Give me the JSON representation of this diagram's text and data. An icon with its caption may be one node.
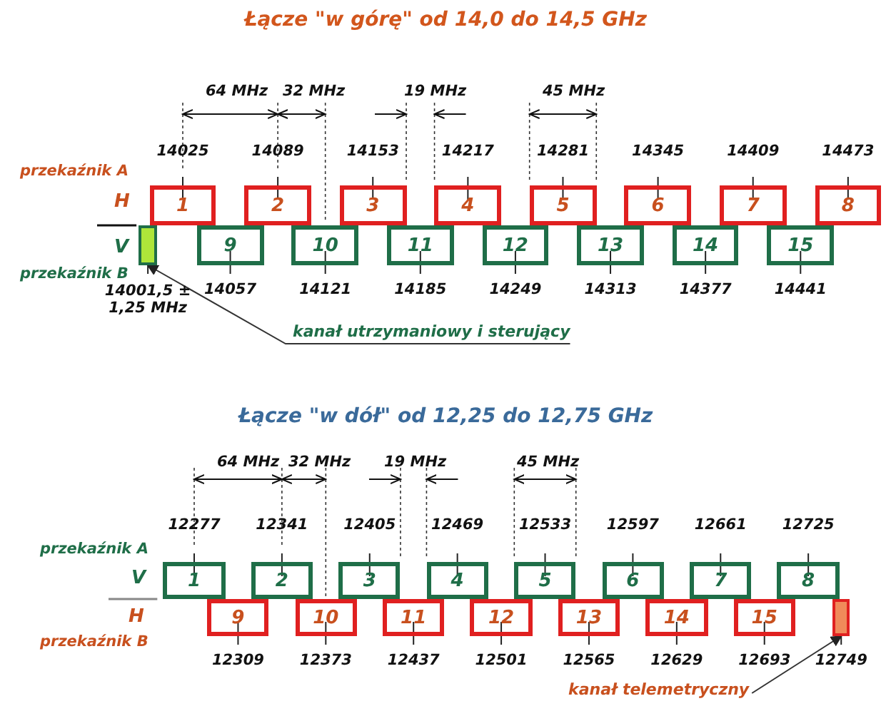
{
  "diagram": {
    "nodes": [
      {
        "text": [
          "1"
        ],
        "beside": [
          "14025"
        ]
      },
      {
        "text": [
          "2"
        ],
        "beside": [
          "14089"
        ]
      },
      {
        "text": [
          "3"
        ],
        "beside": [
          "14153"
        ]
      },
      {
        "text": [
          "4"
        ],
        "beside": [
          "14217"
        ]
      },
      {
        "text": [
          "5"
        ],
        "beside": [
          "14281"
        ]
      },
      {
        "text": [
          "6"
        ],
        "beside": [
          "14345"
        ]
      },
      {
        "text": [
          "7"
        ],
        "beside": [
          "14409"
        ]
      },
      {
        "text": [
          "8"
        ],
        "beside": [
          "14473"
        ]
      },
      {
        "text": [],
        "shape": "box",
        "beside": [
          "14001,5 ± 1,25 MHz"
        ]
      },
      {
        "text": [
          "9"
        ],
        "beside": [
          "14057"
        ]
      },
      {
        "text": [
          "10"
        ],
        "beside": [
          "14121"
        ]
      },
      {
        "text": [
          "11"
        ],
        "beside": [
          "14185"
        ]
      },
      {
        "text": [
          "12"
        ],
        "beside": [
          "14249"
        ]
      },
      {
        "text": [
          "13"
        ],
        "beside": [
          "14313"
        ]
      },
      {
        "text": [
          "14"
        ],
        "beside": [
          "14377"
        ]
      },
      {
        "text": [
          "15"
        ],
        "beside": [
          "14441"
        ]
      },
      {
        "text": [
          "kanał utrzymaniowy i sterujący"
        ]
      },
      {
        "text": [
          "1"
        ],
        "beside": [
          "12277"
        ]
      },
      {
        "text": [
          "2"
        ],
        "beside": [
          "12341"
        ]
      },
      {
        "text": [
          "3"
        ],
        "beside": [
          "12405"
        ]
      },
      {
        "text": [
          "4"
        ],
        "beside": [
          "12469"
        ]
      },
      {
        "text": [
          "5"
        ],
        "beside": [
          "12533"
        ]
      },
      {
        "text": [
          "6"
        ],
        "beside": [
          "12597"
        ]
      },
      {
        "text": [
          "7"
        ],
        "beside": [
          "12661"
        ]
      },
      {
        "text": [
          "8"
        ],
        "beside": [
          "12725"
        ]
      },
      {
        "text": [
          "9"
        ],
        "beside": [
          "12309"
        ]
      },
      {
        "text": [
          "10"
        ],
        "beside": [
          "12373"
        ]
      },
      {
        "text": [
          "11"
        ],
        "beside": [
          "12437"
        ]
      },
      {
        "text": [
          "12"
        ],
        "beside": [
          "12501"
        ]
      },
      {
        "text": [
          "13"
        ],
        "beside": [
          "12565"
        ]
      },
      {
        "text": [
          "14"
        ],
        "beside": [
          "12629"
        ]
      },
      {
        "text": [
          "15"
        ],
        "beside": [
          "12693"
        ]
      },
      {
        "text": [],
        "shape": "box",
        "beside": [
          "12749"
        ]
      },
      {
        "text": [
          "kanał telemetryczny"
        ]
      }
    ],
    "edges": [
      {
        "from": 16,
        "to": 8,
        "arrow": "to"
      },
      {
        "from": 33,
        "to": 32,
        "arrow": "to"
      }
    ],
    "labels": [
      "Łącze \"w górę\" od 14,0 do 14,5 GHz",
      "64 MHz",
      "32 MHz",
      "19 MHz",
      "45 MHz",
      "przekaźnik A",
      "H",
      "V",
      "przekaźnik B",
      "Łącze \"w dół\" od 12,25 do 12,75 GHz",
      "64 MHz",
      "32 MHz",
      "19 MHz",
      "45 MHz",
      "przekaźnik A",
      "V",
      "H",
      "przekaźnik B"
    ]
  }
}
